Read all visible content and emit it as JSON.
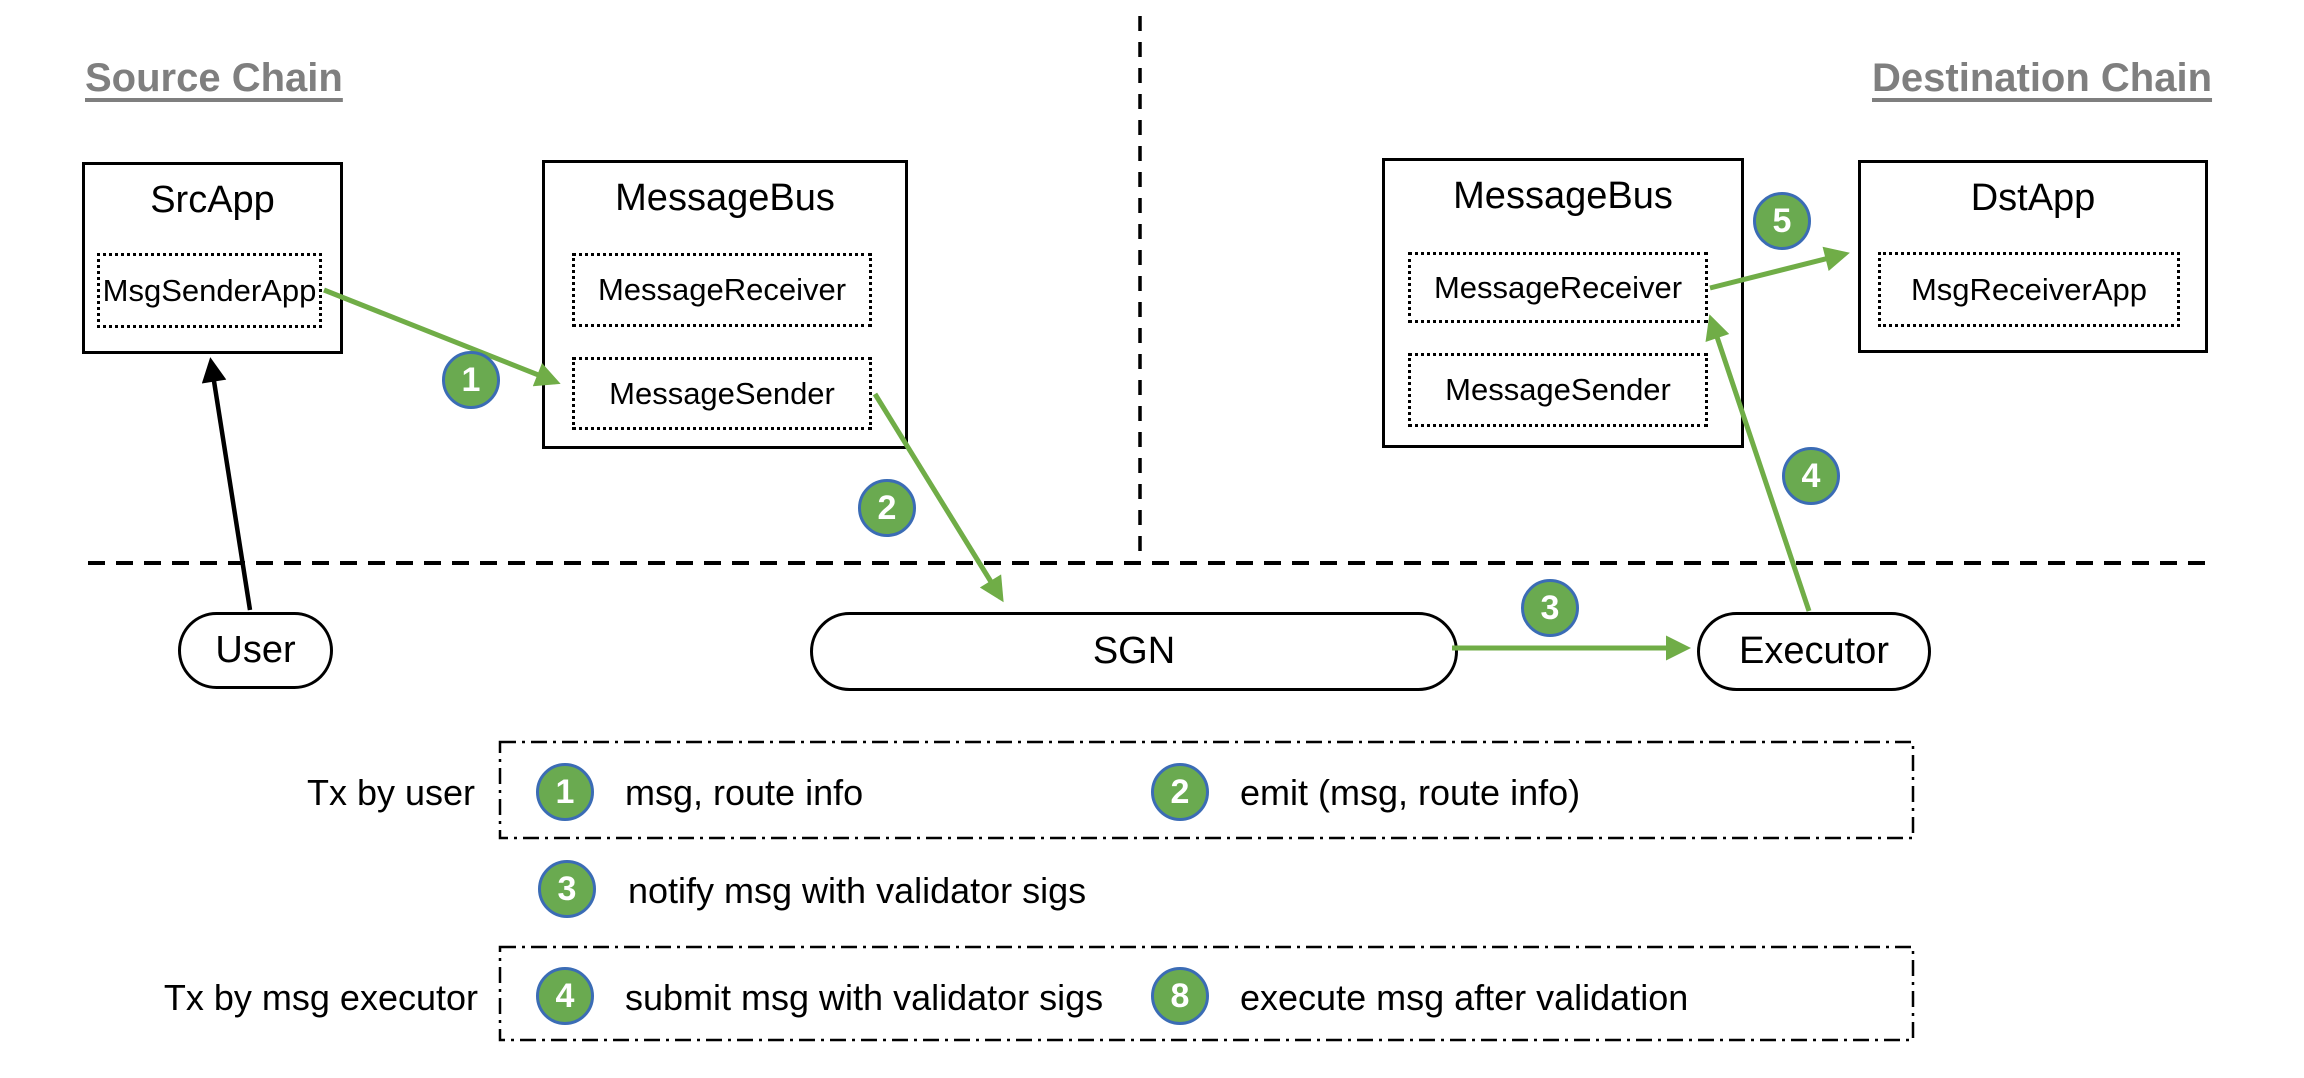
{
  "headings": {
    "source": "Source Chain",
    "destination": "Destination Chain"
  },
  "boxes": {
    "src_app": {
      "title": "SrcApp",
      "inner": "MsgSenderApp"
    },
    "src_bus": {
      "title": "MessageBus",
      "receiver": "MessageReceiver",
      "sender": "MessageSender"
    },
    "dst_bus": {
      "title": "MessageBus",
      "receiver": "MessageReceiver",
      "sender": "MessageSender"
    },
    "dst_app": {
      "title": "DstApp",
      "inner": "MsgReceiverApp"
    }
  },
  "nodes": {
    "user": "User",
    "sgn": "SGN",
    "executor": "Executor"
  },
  "badges": {
    "b1": "1",
    "b2": "2",
    "b3": "3",
    "b4": "4",
    "b5": "5"
  },
  "legend": {
    "row1_label": "Tx by user",
    "row2_label": "Tx by msg executor",
    "items": [
      {
        "num": "1",
        "text": "msg, route info"
      },
      {
        "num": "2",
        "text": "emit (msg, route info)"
      },
      {
        "num": "3",
        "text": "notify msg with validator sigs"
      },
      {
        "num": "4",
        "text": "submit msg with validator sigs"
      },
      {
        "num": "8",
        "text": "execute msg after validation"
      }
    ]
  },
  "colors": {
    "badge_fill": "#6aaa50",
    "badge_border": "#3b6cb5",
    "arrow_green": "#70ad47",
    "heading_gray": "#7f7f7f",
    "line_black": "#000000"
  }
}
